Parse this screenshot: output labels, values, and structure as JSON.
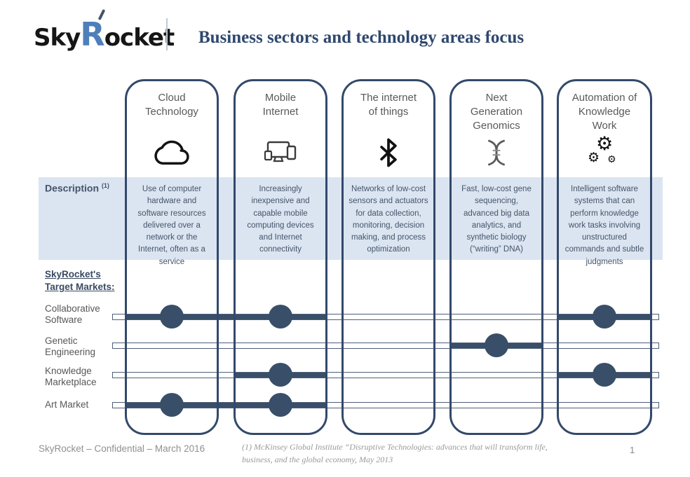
{
  "colors": {
    "accent_navy": "#33496b",
    "solid_bar": "#394e68",
    "dot": "#394e68",
    "band_blue": "#dbe5f1",
    "title_text": "#2f486e",
    "logo_r_blue": "#4f7fba"
  },
  "header": {
    "logo_part1": "Sky",
    "logo_part2": "R",
    "logo_part3": "ocket",
    "title": "Business sectors and technology areas focus"
  },
  "description_row": {
    "label": "Description",
    "marker": "(1)"
  },
  "columns": [
    {
      "id": "cloud-technology",
      "title": "Cloud\nTechnology",
      "icon": "cloud-icon",
      "description": "Use of computer hardware and software resources delivered over a network or the Internet, often as a service"
    },
    {
      "id": "mobile-internet",
      "title": "Mobile\nInternet",
      "icon": "devices-icon",
      "description": "Increasingly inexpensive and capable mobile computing devices and Internet connectivity"
    },
    {
      "id": "internet-of-things",
      "title": "The internet\nof things",
      "icon": "bluetooth-icon",
      "description": "Networks of low-cost sensors and actuators for data collection, monitoring, decision making, and process optimization"
    },
    {
      "id": "next-generation-genomics",
      "title": "Next\nGeneration\nGenomics",
      "icon": "dna-icon",
      "description": "Fast, low-cost gene sequencing, advanced big data analytics, and synthetic biology (“writing” DNA)"
    },
    {
      "id": "automation-knowledge-work",
      "title": "Automation of\nKnowledge\nWork",
      "icon": "gears-icon",
      "description": "Intelligent software systems that can perform knowledge work tasks involving unstructured commands and subtle judgments"
    }
  ],
  "target_markets": {
    "label": "SkyRocket's\nTarget Markets:",
    "rows": [
      {
        "label": "Collaborative\nSoftware",
        "dots": [
          0,
          1,
          4
        ],
        "solid_spans": [
          [
            0,
            1
          ],
          [
            4,
            4
          ]
        ]
      },
      {
        "label": "Genetic\nEngineering",
        "dots": [
          3
        ],
        "solid_spans": [
          [
            3,
            3
          ]
        ]
      },
      {
        "label": "Knowledge\nMarketplace",
        "dots": [
          1,
          4
        ],
        "solid_spans": [
          [
            1,
            1
          ],
          [
            4,
            4
          ]
        ]
      },
      {
        "label": "Art Market",
        "dots": [
          0,
          1
        ],
        "solid_spans": [
          [
            0,
            1
          ]
        ]
      }
    ]
  },
  "footer": {
    "left_text": "SkyRocket – Confidential – March 2016",
    "footnote_line1": "(1) McKinsey Global Institute “Disruptive Technologies: advances that will transform life,",
    "footnote_line2": "business, and the global economy, May 2013",
    "page_number": "1"
  }
}
